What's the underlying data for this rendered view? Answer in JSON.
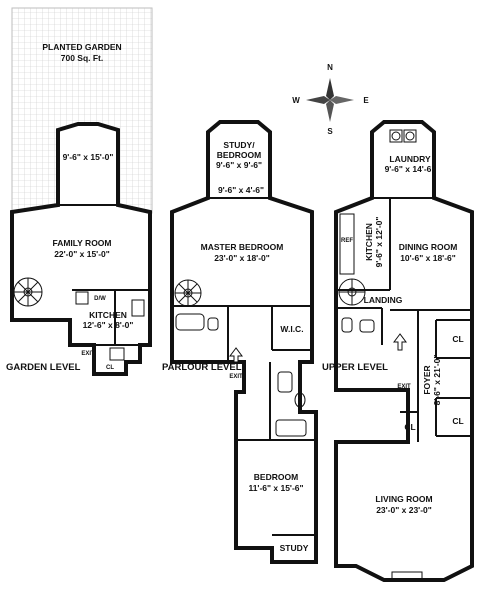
{
  "compass": {
    "n": "N",
    "s": "S",
    "e": "E",
    "w": "W"
  },
  "levels": {
    "garden": "GARDEN LEVEL",
    "parlour": "PARLOUR LEVEL",
    "upper": "UPPER LEVEL"
  },
  "garden": {
    "planted_garden": {
      "name": "PLANTED GARDEN",
      "area": "700 Sq. Ft."
    },
    "bay_dim": "9'-6\" x 15'-0\"",
    "family_room": {
      "name": "FAMILY ROOM",
      "dim": "22'-0\" x 15'-0\""
    },
    "kitchen": {
      "name": "KITCHEN",
      "dim": "12'-6\" x 8'-0\""
    },
    "exit": "EXIT",
    "closet": "CL",
    "appliance": "D/W"
  },
  "parlour": {
    "study_bedroom": {
      "line1": "STUDY/",
      "line2": "BEDROOM",
      "dim": "9'-6\" x 9'-6\""
    },
    "hall_dim": "9'-6\" x 4'-6\"",
    "master_bedroom": {
      "name": "MASTER BEDROOM",
      "dim": "23'-0\" x 18'-0\""
    },
    "wic": "W.I.C.",
    "exit": "EXIT",
    "bedroom": {
      "name": "BEDROOM",
      "dim": "11'-6\" x 15'-6\""
    },
    "study": "STUDY"
  },
  "upper": {
    "laundry": {
      "name": "LAUNDRY",
      "dim": "9'-6\" x 14'-6\""
    },
    "kitchen": {
      "name": "KITCHEN",
      "dim": "9'-6\" x 12'-0\""
    },
    "dining_room": {
      "name": "DINING ROOM",
      "dim": "10'-6\" x 18'-6\""
    },
    "landing": "LANDING",
    "foyer": {
      "name": "FOYER",
      "dim": "8'-6\" x 21'-0\""
    },
    "closet_1": "CL",
    "closet_2": "CL",
    "closet_3": "CL",
    "exit": "EXIT",
    "living_room": {
      "name": "LIVING ROOM",
      "dim": "23'-0\" x 23'-0\""
    },
    "appliance": "REF"
  }
}
